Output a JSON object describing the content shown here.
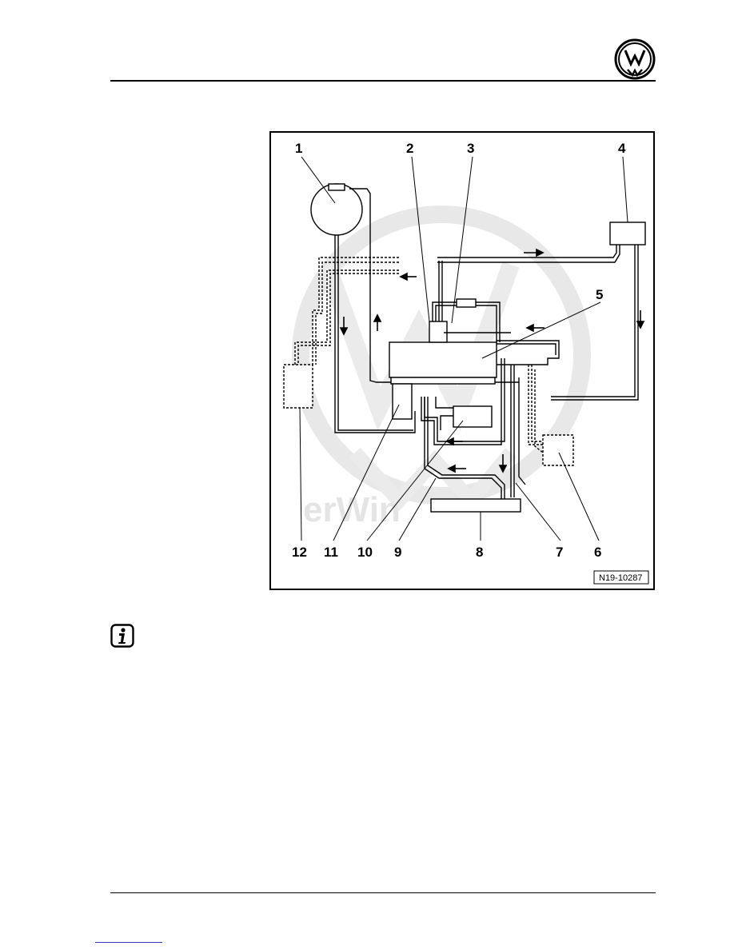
{
  "header": {
    "logo": "vw-logo-icon"
  },
  "figure": {
    "callouts": [
      "1",
      "2",
      "3",
      "4",
      "5",
      "6",
      "7",
      "8",
      "9",
      "10",
      "11",
      "12"
    ],
    "figure_id": "N19-10287",
    "watermark_text": "erWin"
  },
  "note": {
    "icon": "info-icon"
  },
  "colors": {
    "line": "#000000",
    "watermark": "#d9d9d9"
  }
}
